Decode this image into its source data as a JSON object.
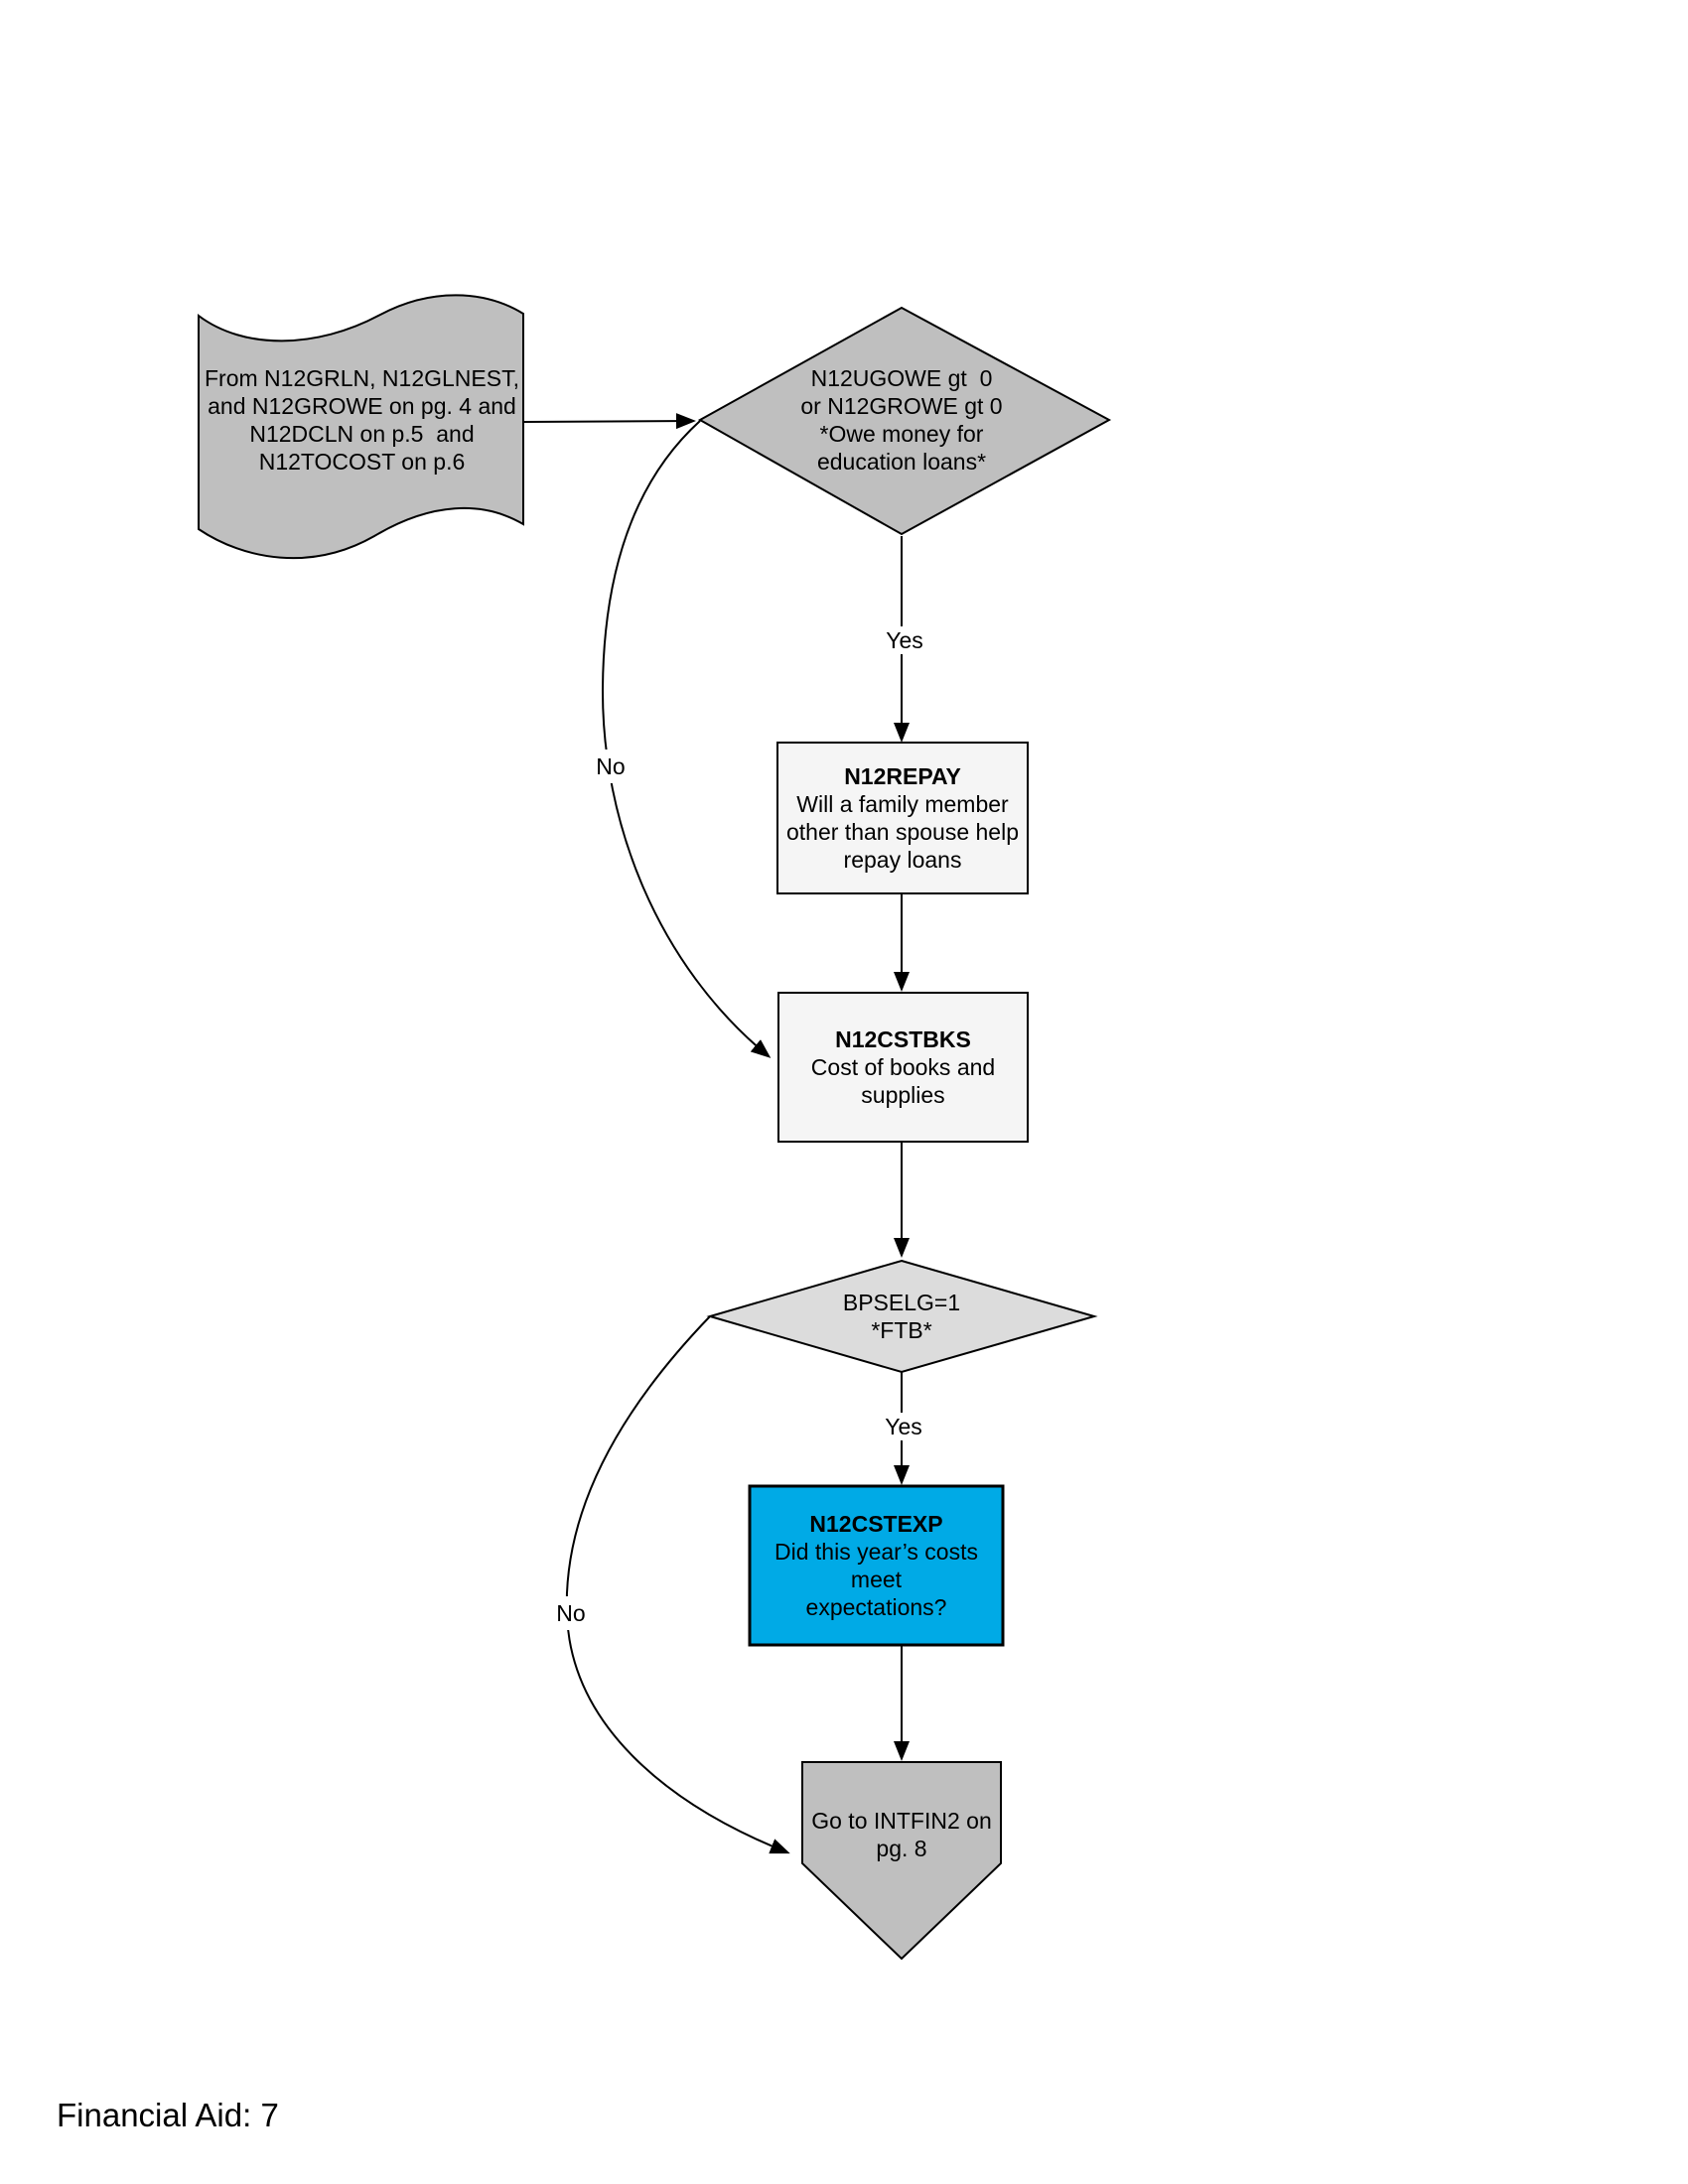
{
  "page": {
    "footer": "Financial Aid: 7"
  },
  "colors": {
    "node_gray": "#BFBFBF",
    "node_gray_light": "#DCDCDC",
    "node_white": "#F5F5F5",
    "node_blue": "#00AAE6",
    "stroke": "#000000"
  },
  "labels": {
    "yes1": "Yes",
    "no1": "No",
    "yes2": "Yes",
    "no2": "No"
  },
  "nodes": {
    "start": {
      "text": "From N12GRLN, N12GLNEST,\nand N12GROWE on pg. 4 and\nN12DCLN on p.5  and\nN12TOCOST on p.6"
    },
    "owe_decision": {
      "text": "N12UGOWE gt  0\nor N12GROWE gt 0\n*Owe money for\neducation loans*"
    },
    "repay": {
      "title": "N12REPAY",
      "text": "Will a family member\nother than spouse help\nrepay loans"
    },
    "cstbks": {
      "title": "N12CSTBKS",
      "text": "Cost of books and\nsupplies"
    },
    "ftb_decision": {
      "text": "BPSELG=1\n*FTB*"
    },
    "cstexp": {
      "title": "N12CSTEXP",
      "text": "Did this year’s costs meet\nexpectations?"
    },
    "goto": {
      "text": "Go to INTFIN2 on\npg. 8"
    }
  }
}
